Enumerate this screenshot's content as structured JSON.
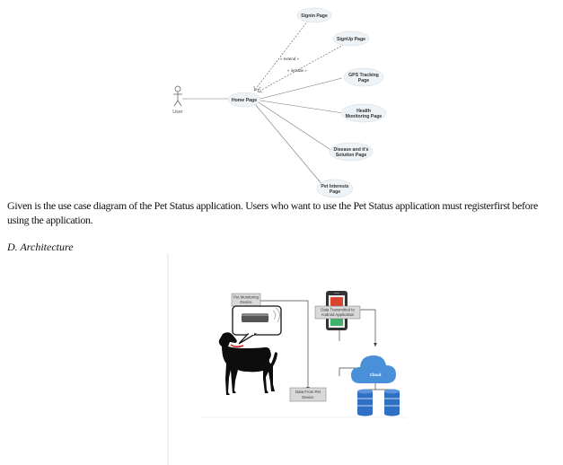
{
  "use_case_diagram": {
    "actor": "User",
    "use_cases": {
      "home": "Home Page",
      "signin": "Signin Page",
      "signup": "SignUp Page",
      "gps": [
        "GPS Tracking",
        "Page"
      ],
      "health": [
        "Health",
        "Monitoring Page"
      ],
      "disease": [
        "Disease and it's",
        "Solution Page"
      ],
      "interests": [
        "Pet Interests",
        "Page"
      ]
    },
    "relations": {
      "extend": "« extend »",
      "include": "« include »"
    }
  },
  "caption": "Given is the use case diagram of the Pet Status application. Users who want to use the Pet Status application must registerfirst before using the application.",
  "section_heading": "D.   Architecture",
  "architecture": {
    "monitoring_device": [
      "Pet Monitoring",
      "Device"
    ],
    "transmitted": [
      "Data Transmitted to",
      "Android Application"
    ],
    "from_device": [
      "Data From Pet",
      "Device"
    ],
    "cloud": "Cloud",
    "colors": {
      "cloud": "#4a90d9",
      "database": "#2f6fc4",
      "collar": "#cc2222",
      "phone_screen": "#3fb36b"
    }
  }
}
